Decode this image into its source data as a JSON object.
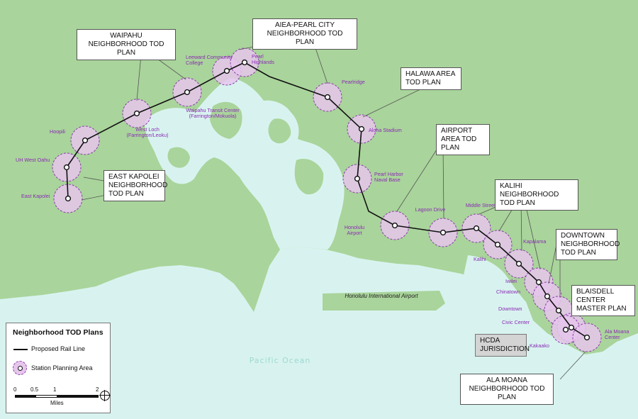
{
  "plans": [
    {
      "id": "waipahu",
      "label": "WAIPAHU NEIGHBORHOOD TOD PLAN"
    },
    {
      "id": "aiea",
      "label": "AIEA-PEARL CITY NEIGHBORHOOD TOD PLAN"
    },
    {
      "id": "halawa",
      "label": "HALAWA AREA TOD PLAN"
    },
    {
      "id": "airport",
      "label": "AIRPORT AREA TOD PLAN"
    },
    {
      "id": "east-kapolei",
      "label": "EAST KAPOLEI NEIGHBORHOOD TOD PLAN"
    },
    {
      "id": "kalihi",
      "label": "KALIHI NEIGHBORHOOD TOD PLAN"
    },
    {
      "id": "downtown",
      "label": "DOWNTOWN NEIGHBORHOOD TOD PLAN"
    },
    {
      "id": "blaisdell",
      "label": "BLAISDELL CENTER MASTER PLAN"
    },
    {
      "id": "hcda",
      "label": "HCDA JURISDICTION"
    },
    {
      "id": "ala-moana",
      "label": "ALA MOANA NEIGHBORHOOD TOD PLAN"
    }
  ],
  "stations": [
    {
      "id": "east-kapolei",
      "label": "East Kapolei"
    },
    {
      "id": "uh-west-oahu",
      "label": "UH West Oahu"
    },
    {
      "id": "hoopili",
      "label": "Hoopili"
    },
    {
      "id": "west-loch",
      "label": "West Loch (Farrington/Leoku)"
    },
    {
      "id": "waipahu-transit-center",
      "label": "Waipahu Transit Center (Farrington/Mokuola)"
    },
    {
      "id": "leeward-community-college",
      "label": "Leeward Community College"
    },
    {
      "id": "pearl-highlands",
      "label": "Pearl Highlands"
    },
    {
      "id": "pearlridge",
      "label": "Pearlridge"
    },
    {
      "id": "aloha-stadium",
      "label": "Aloha Stadium"
    },
    {
      "id": "pearl-harbor-naval-base",
      "label": "Pearl Harbor Naval Base"
    },
    {
      "id": "honolulu-airport",
      "label": "Honolulu Airport"
    },
    {
      "id": "lagoon-drive",
      "label": "Lagoon Drive"
    },
    {
      "id": "middle-street",
      "label": "Middle Street"
    },
    {
      "id": "kalihi",
      "label": "Kalihi"
    },
    {
      "id": "kapalama",
      "label": "Kapalama"
    },
    {
      "id": "iwilei",
      "label": "Iwilei"
    },
    {
      "id": "chinatown",
      "label": "Chinatown"
    },
    {
      "id": "downtown",
      "label": "Downtown"
    },
    {
      "id": "civic-center",
      "label": "Civic Center"
    },
    {
      "id": "kakaako",
      "label": "Kakaako"
    },
    {
      "id": "ala-moana-center",
      "label": "Ala Moana Center"
    }
  ],
  "water": {
    "ocean": "Pacific Ocean"
  },
  "airport_label": "Honolulu International Airport",
  "legend": {
    "title": "Neighborhood TOD Plans",
    "rail": "Proposed Rail Line",
    "station_area": "Station Planning Area",
    "scale_ticks": [
      "0",
      "0.5",
      "1",
      "2"
    ],
    "scale_unit": "Miles"
  },
  "colors": {
    "land": "#a9d49b",
    "water": "#d8f3ef",
    "station_fill": "#e6c6ec",
    "station_stroke": "#8a3fa6",
    "station_label": "#8a2bb5",
    "rail": "#111111"
  }
}
